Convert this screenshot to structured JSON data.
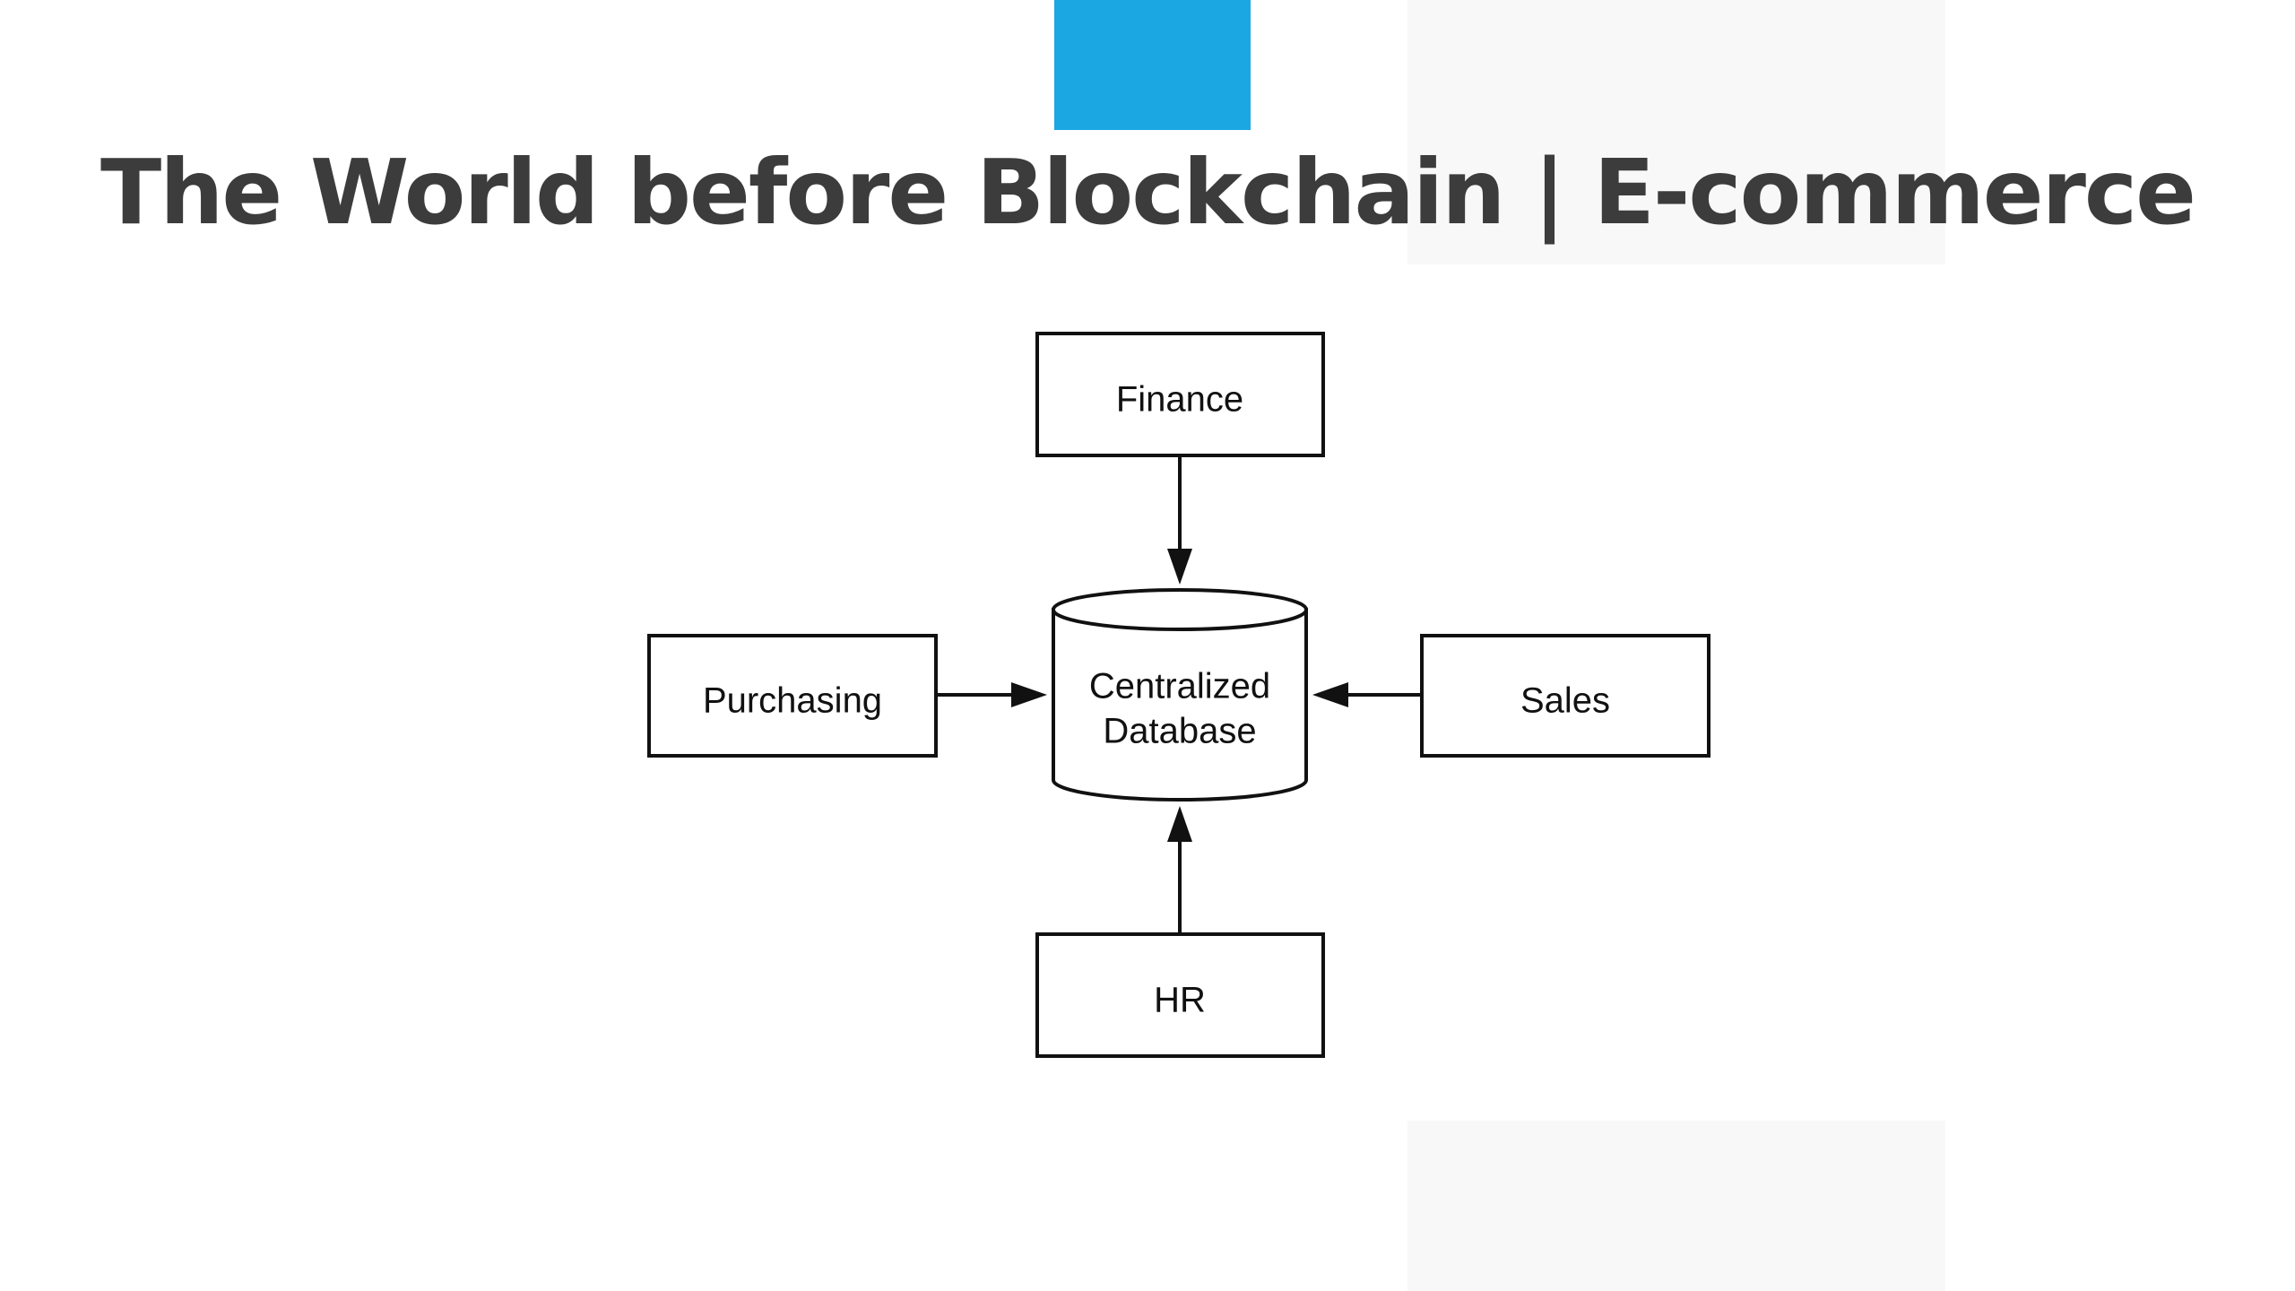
{
  "title": "The World before Blockchain | E-commerce",
  "colors": {
    "accent": "#1ba7e1",
    "title_text": "#3c3c3c",
    "diagram_stroke": "#111111",
    "ghost_panel": "#f8f8f8"
  },
  "diagram": {
    "nodes": {
      "finance": "Finance",
      "purchasing": "Purchasing",
      "sales": "Sales",
      "hr": "HR",
      "database_line1": "Centralized",
      "database_line2": "Database"
    },
    "edges": [
      {
        "from": "Finance",
        "to": "Centralized Database"
      },
      {
        "from": "Purchasing",
        "to": "Centralized Database"
      },
      {
        "from": "Sales",
        "to": "Centralized Database"
      },
      {
        "from": "HR",
        "to": "Centralized Database"
      }
    ]
  }
}
